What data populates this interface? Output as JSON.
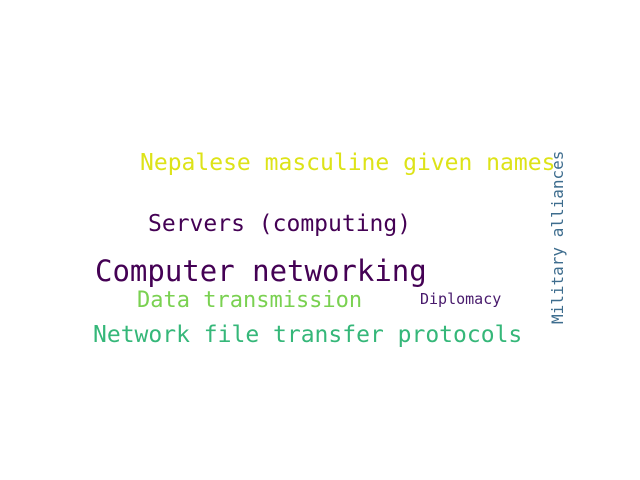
{
  "words": {
    "nepalese": {
      "text": "Nepalese masculine given names",
      "color": "#dde318"
    },
    "servers": {
      "text": "Servers (computing)",
      "color": "#440154"
    },
    "networking": {
      "text": "Computer networking",
      "color": "#440154"
    },
    "data_transmission": {
      "text": "Data transmission",
      "color": "#7ad151"
    },
    "diplomacy": {
      "text": "Diplomacy",
      "color": "#481a6c"
    },
    "file_transfer": {
      "text": "Network file transfer protocols",
      "color": "#35b779"
    },
    "military": {
      "text": "Military alliances",
      "color": "#3e6d8e"
    }
  }
}
